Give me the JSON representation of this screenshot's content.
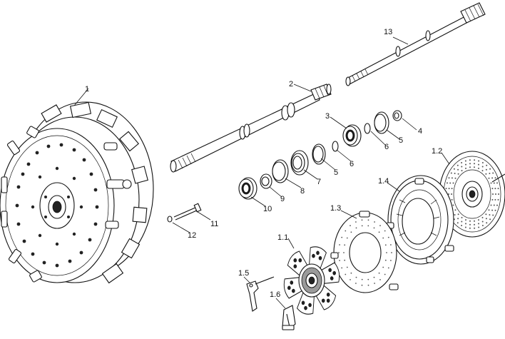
{
  "diagram": {
    "labels": {
      "l1": "1",
      "l2": "2",
      "l3": "3",
      "l4": "4",
      "l5a": "5",
      "l5b": "5",
      "l6a": "6",
      "l6b": "6",
      "l7": "7",
      "l8": "8",
      "l9": "9",
      "l10": "10",
      "l11": "11",
      "l12": "12",
      "l13": "13",
      "l1_1": "1.1",
      "l1_2": "1.2",
      "l1_3": "1.3",
      "l1_4": "1.4",
      "l1_5": "1.5",
      "l1_6": "1.6"
    }
  }
}
